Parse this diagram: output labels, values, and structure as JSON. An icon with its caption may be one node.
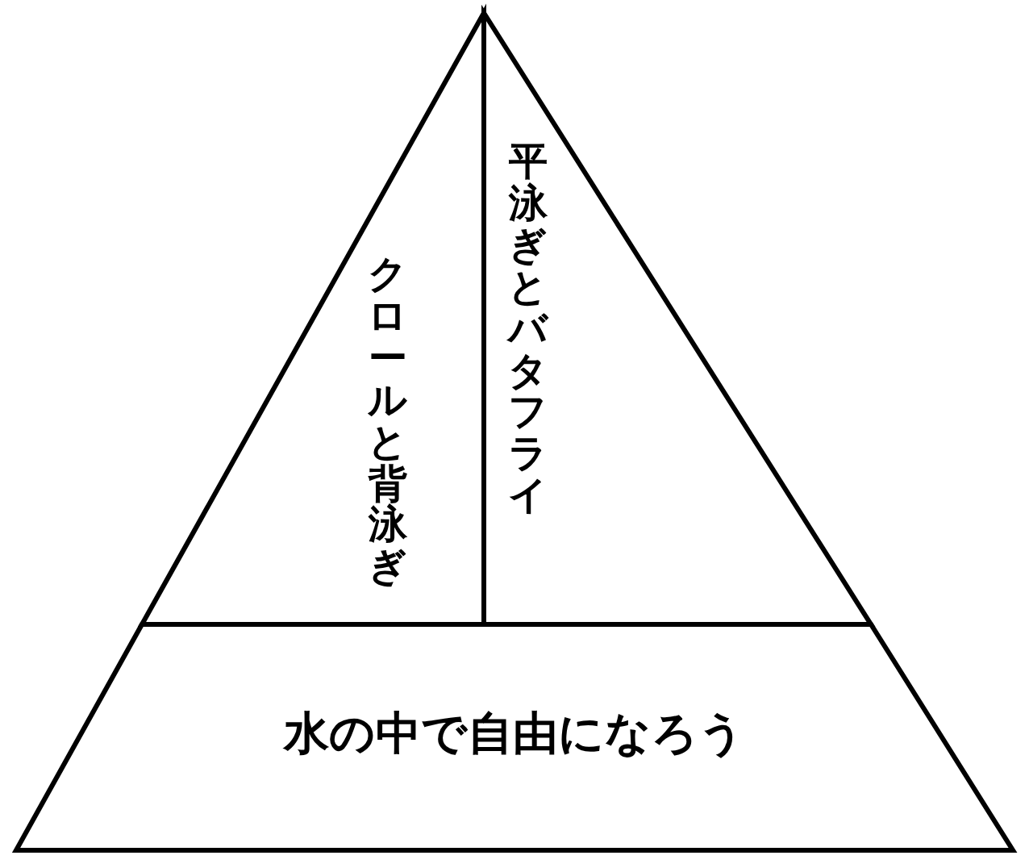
{
  "diagram": {
    "nodes": [
      {
        "text": [
          "クロールと背泳ぎ"
        ]
      },
      {
        "text": [
          "平泳ぎとバタフライ"
        ]
      },
      {
        "text": [
          "水の中で自由になろう"
        ]
      }
    ]
  }
}
